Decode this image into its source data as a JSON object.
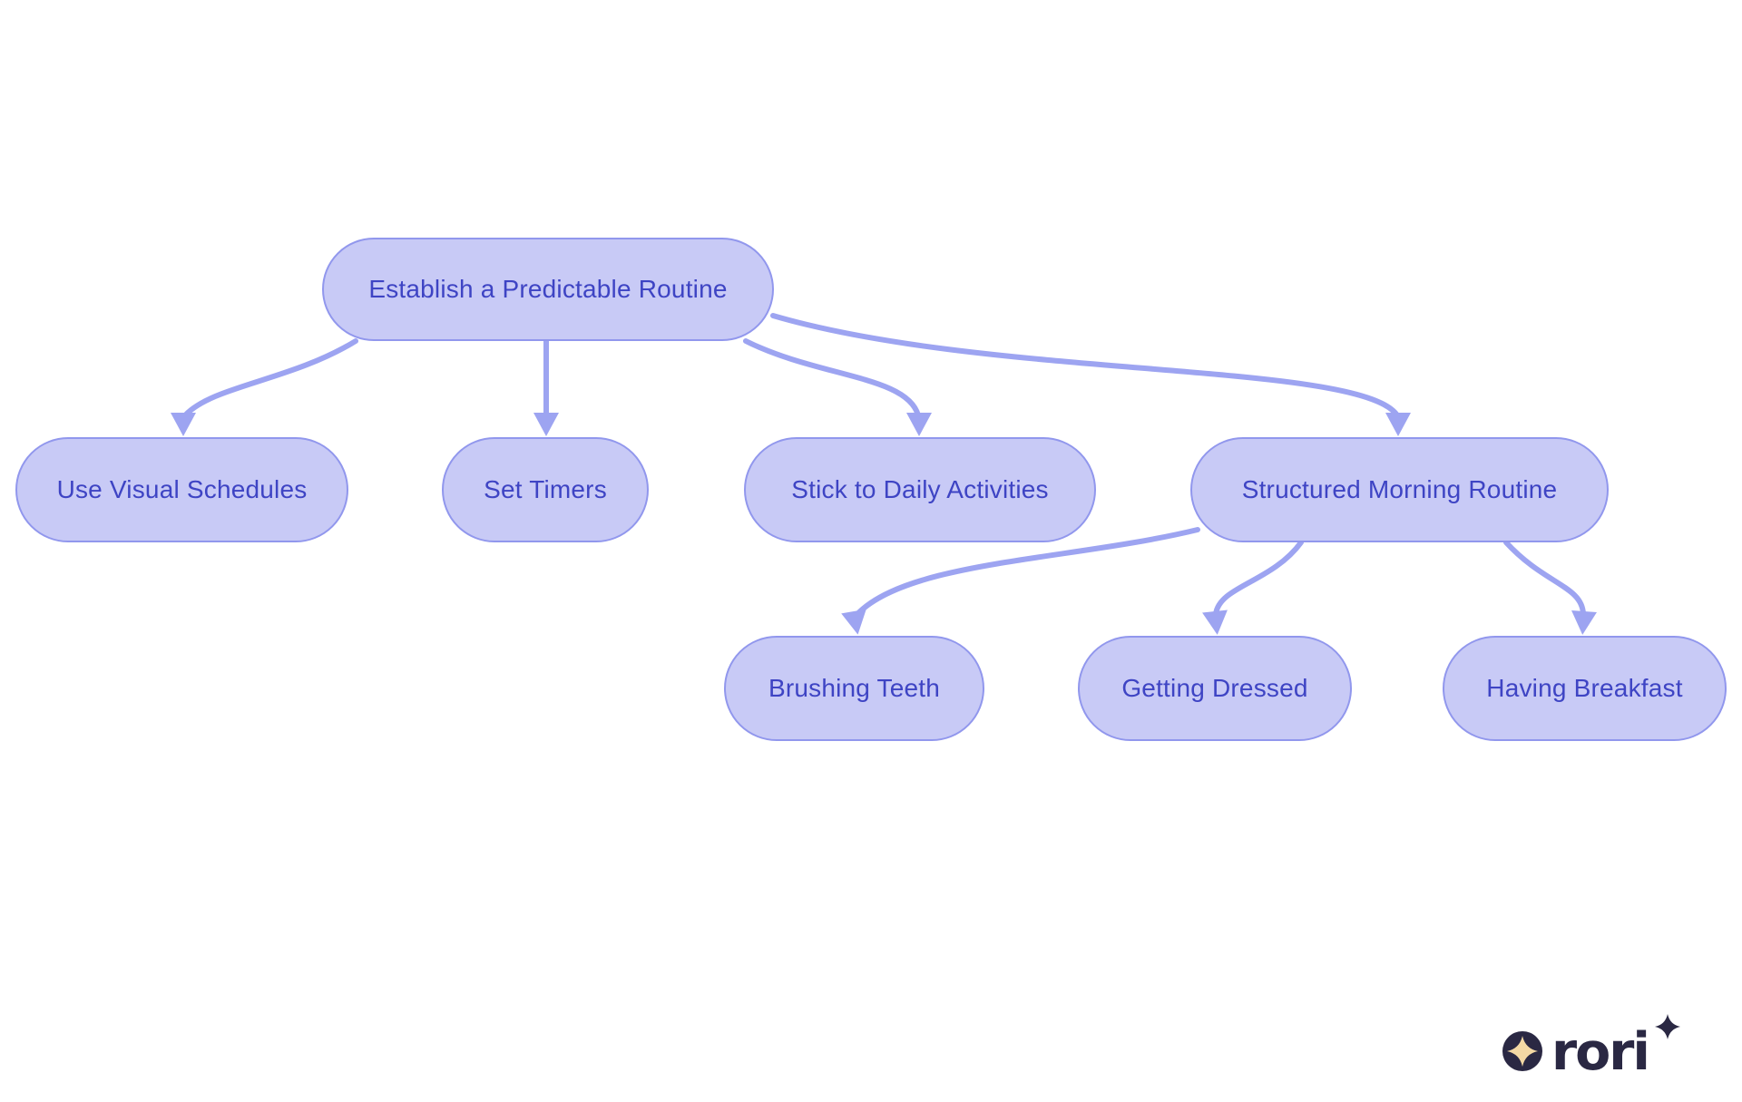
{
  "diagram": {
    "nodes": [
      {
        "id": "establish",
        "label": "Establish a Predictable Routine"
      },
      {
        "id": "visual",
        "label": "Use Visual Schedules"
      },
      {
        "id": "timers",
        "label": "Set Timers"
      },
      {
        "id": "daily",
        "label": "Stick to Daily Activities"
      },
      {
        "id": "morning",
        "label": "Structured Morning Routine"
      },
      {
        "id": "teeth",
        "label": "Brushing Teeth"
      },
      {
        "id": "dressed",
        "label": "Getting Dressed"
      },
      {
        "id": "breakfast",
        "label": "Having Breakfast"
      }
    ],
    "edges": [
      {
        "from": "Establish a Predictable Routine",
        "to": "Use Visual Schedules"
      },
      {
        "from": "Establish a Predictable Routine",
        "to": "Set Timers"
      },
      {
        "from": "Establish a Predictable Routine",
        "to": "Stick to Daily Activities"
      },
      {
        "from": "Establish a Predictable Routine",
        "to": "Structured Morning Routine"
      },
      {
        "from": "Structured Morning Routine",
        "to": "Brushing Teeth"
      },
      {
        "from": "Structured Morning Routine",
        "to": "Getting Dressed"
      },
      {
        "from": "Structured Morning Routine",
        "to": "Having Breakfast"
      }
    ]
  },
  "colors": {
    "background": "#ffffff",
    "node_fill": "#c8caf6",
    "node_border": "#9197ed",
    "node_text": "#3e44c4",
    "edge": "#9da4f1",
    "logo_navy": "#2a2843",
    "logo_gold": "#f3d8a4"
  },
  "logo": {
    "brand": "rori",
    "icon": "sparkle-in-circle-icon",
    "accent_icon": "sparkle-icon"
  }
}
